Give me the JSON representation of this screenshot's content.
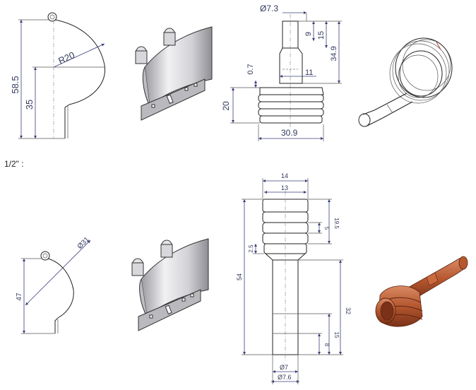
{
  "section_label": "1/2\" :",
  "top_row": {
    "clip_profile": {
      "height_overall": "58.5",
      "height_lower": "35",
      "radius": "R20"
    },
    "tube_drawing": {
      "tip_diameter": "Ø7.3",
      "dim_9": "9",
      "dim_15": "15",
      "dim_34_9": "34.9",
      "dim_0_7": "0.7",
      "dim_11": "11",
      "dim_20": "20",
      "dim_30_9": "30.9"
    }
  },
  "bottom_row": {
    "clip_profile": {
      "diameter": "Ø31",
      "height": "47"
    },
    "tube_drawing": {
      "dim_14": "14",
      "dim_13": "13",
      "dim_19_5": "19.5",
      "dim_5": "5",
      "dim_2_5": "2.5",
      "dim_54": "54",
      "dim_32": "32",
      "dim_15": "15",
      "dim_8": "8",
      "dim_d7": "Ø7",
      "dim_d7_6": "Ø7.6"
    }
  },
  "colors": {
    "copper": "#b5572f",
    "copper_dark": "#7a3118",
    "steel": "#d9d9dc",
    "dimension": "#3a3f7a"
  }
}
